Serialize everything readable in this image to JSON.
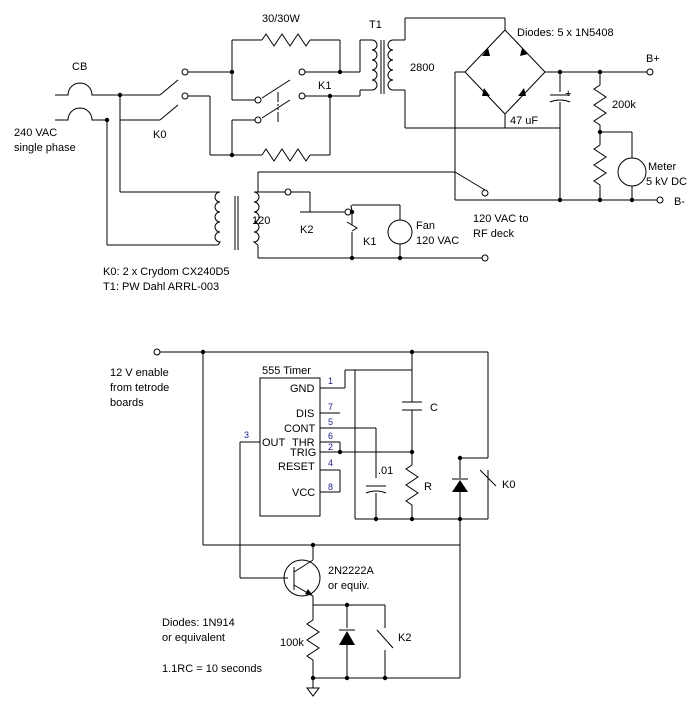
{
  "top_circuit": {
    "cb": "CB",
    "input": [
      "240 VAC",
      "single phase"
    ],
    "k0": "K0",
    "resistor_rating": "30/30W",
    "k1_top": "K1",
    "t1": "T1",
    "secondary": "2800",
    "diodes": "Diodes: 5 x 1N5408",
    "b_plus": "B+",
    "r_200k": "200k",
    "cap": "47 uF",
    "plus_mark": "+",
    "meter": [
      "Meter",
      "5 kV DC"
    ],
    "b_minus": "B-",
    "aux_secondary": "120",
    "k2": "K2",
    "k1_low": "K1",
    "fan": [
      "Fan",
      "120 VAC"
    ],
    "rf_out": [
      "120 VAC to",
      "RF deck"
    ],
    "notes": [
      "K0: 2 x Crydom CX240D5",
      "T1: PW Dahl ARRL-003"
    ]
  },
  "timer_circuit": {
    "enable": [
      "12 V enable",
      "from tetrode",
      "boards"
    ],
    "chip": "555 Timer",
    "pins_left": [
      "GND",
      "DIS",
      "CONT",
      "THR",
      "TRIG",
      "RESET",
      "VCC"
    ],
    "pin_numbers": [
      "1",
      "7",
      "5",
      "6",
      "2",
      "4",
      "8"
    ],
    "out_label": "OUT",
    "out_pin": "3",
    "cap_c": "C",
    "cap_01": ".01",
    "res_r": "R",
    "k0": "K0",
    "transistor": [
      "2N2222A",
      "or equiv."
    ],
    "diodes_note": [
      "Diodes: 1N914",
      "or equivalent"
    ],
    "r_100k": "100k",
    "k2": "K2",
    "formula": "1.1RC = 10 seconds"
  }
}
